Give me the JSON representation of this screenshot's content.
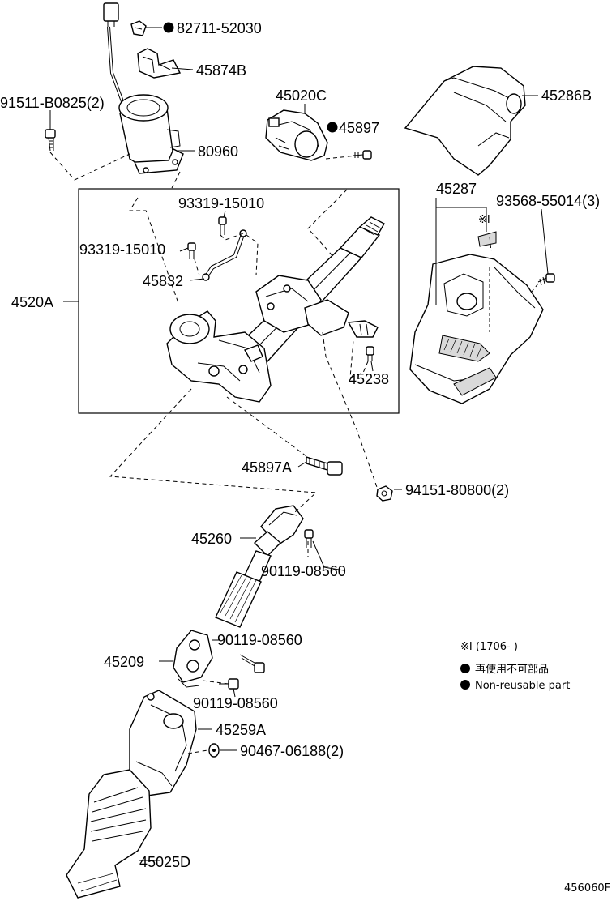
{
  "parts": {
    "p82711": "82711-52030",
    "p45874B": "45874B",
    "p91511": "91511-B0825(2)",
    "p80960": "80960",
    "p45020C": "45020C",
    "p45897": "45897",
    "p45286B": "45286B",
    "p45287": "45287",
    "p93568": "93568-55014(3)",
    "p93319a": "93319-15010",
    "p93319b": "93319-15010",
    "p45832": "45832",
    "p4520A": "4520A",
    "p45238": "45238",
    "p45897A": "45897A",
    "p94151": "94151-80800(2)",
    "p45260": "45260",
    "p90119a": "90119-08560",
    "p90119b": "90119-08560",
    "p45209": "45209",
    "p90119c": "90119-08560",
    "p45259A": "45259A",
    "p90467": "90467-06188(2)",
    "p45025D": "45025D",
    "ref_mark": "※I"
  },
  "legend": {
    "date_note": "※I (1706-      )",
    "non_reusable_jp": "再使用不可部品",
    "non_reusable_en": "Non-reusable part"
  },
  "figure_id": "456060F",
  "colors": {
    "line": "#000000",
    "background": "#ffffff",
    "shade": "#d9d9d9"
  }
}
